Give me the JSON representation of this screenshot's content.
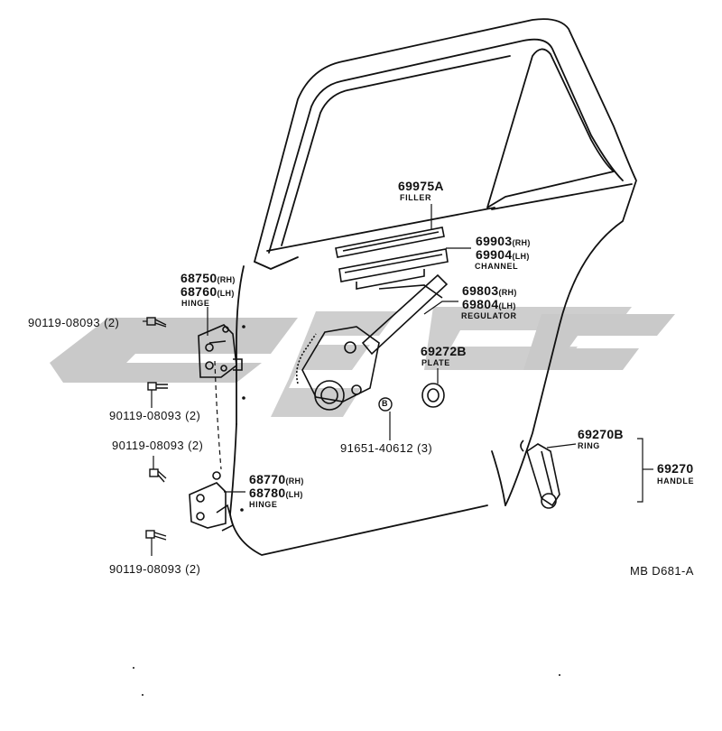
{
  "watermark": {
    "text": "ewc",
    "color": "#c9c9c9"
  },
  "parts": {
    "filler": {
      "number": "69975A",
      "name": "FILLER"
    },
    "channel": {
      "number_rh": "69903",
      "suffix_rh": "(RH)",
      "number_lh": "69904",
      "suffix_lh": "(LH)",
      "name": "CHANNEL"
    },
    "regulator": {
      "number_rh": "69803",
      "suffix_rh": "(RH)",
      "number_lh": "69804",
      "suffix_lh": "(LH)",
      "name": "REGULATOR"
    },
    "plate": {
      "number": "69272B",
      "name": "PLATE"
    },
    "upper_hinge": {
      "number_rh": "68750",
      "suffix_rh": "(RH)",
      "number_lh": "68760",
      "suffix_lh": "(LH)",
      "name": "HINGE"
    },
    "lower_hinge": {
      "number_rh": "68770",
      "suffix_rh": "(RH)",
      "number_lh": "68780",
      "suffix_lh": "(LH)",
      "name": "HINGE"
    },
    "ring": {
      "number": "69270B",
      "name": "RING"
    },
    "handle": {
      "number": "69270",
      "name": "HANDLE"
    },
    "bolt_1": {
      "number": "90119-08093",
      "qty": "(2)"
    },
    "bolt_2": {
      "number": "90119-08093",
      "qty": "(2)"
    },
    "bolt_3": {
      "number": "90119-08093",
      "qty": "(2)"
    },
    "bolt_4": {
      "number": "90119-08093",
      "qty": "(2)"
    },
    "screw": {
      "number": "91651-40612",
      "qty": "(3)",
      "marker": "B"
    }
  },
  "diagram_code": "MB D681-A"
}
